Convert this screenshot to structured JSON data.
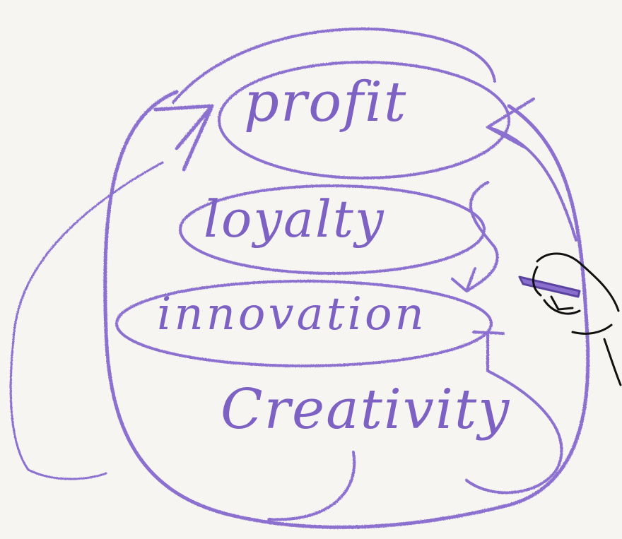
{
  "diagram": {
    "words": {
      "profit": "profit",
      "loyalty": "loyalty",
      "innovation": "innovation",
      "creativity": "Creativity"
    },
    "ink_color": "#8b6fcf",
    "pen_hand_color": "#111111",
    "paper_color": "#f6f5f1"
  }
}
